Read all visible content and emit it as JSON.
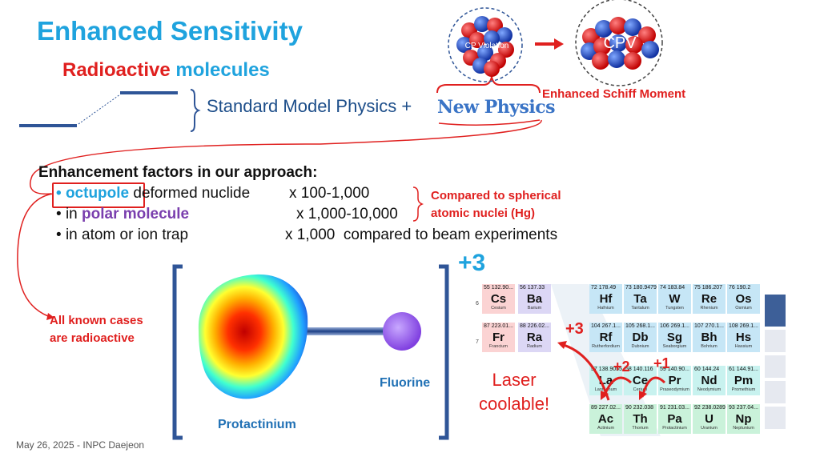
{
  "slide": {
    "title": "Enhanced Sensitivity",
    "subtitle_red": "Radioactive",
    "subtitle_blue": "molecules",
    "standard_model": "Standard Model Physics +",
    "new_physics": "New Physics",
    "cp_violation": "CP Violation",
    "cpv": "CPV",
    "schiff": "Enhanced Schiff Moment",
    "enhancement_heading": "Enhancement factors in our approach:",
    "items": [
      {
        "bullet": "•",
        "highlight": "octupole",
        "text": " deformed nuclide",
        "factor": "x 100-1,000"
      },
      {
        "bullet": "•",
        "prefix": "in ",
        "highlight": "polar molecule",
        "factor": "x 1,000-10,000"
      },
      {
        "bullet": "•",
        "text": "in atom or ion trap",
        "factor": "x 1,000",
        "extra": "compared to beam experiments"
      }
    ],
    "compared_note": [
      "Compared to spherical",
      "atomic nuclei (Hg)"
    ],
    "known_cases": [
      "All known cases",
      "are radioactive"
    ],
    "plus3": "+3",
    "fluorine": "Fluorine",
    "protactinium": "Protactinium",
    "laser": [
      "Laser",
      "coolable!"
    ],
    "charges": {
      "p3": "+3",
      "p2": "+2",
      "p1": "+1"
    },
    "footer": "May 26, 2025 - INPC Daejeon"
  },
  "periodic_table": {
    "row_labels": [
      "6",
      "7"
    ],
    "cells": [
      {
        "n": "55",
        "m": "132.90...",
        "s": "Cs",
        "name": "Cesium",
        "cat": "alkali"
      },
      {
        "n": "56",
        "m": "137.33",
        "s": "Ba",
        "name": "Barium",
        "cat": "alkaline"
      },
      {
        "n": "87",
        "m": "223.01...",
        "s": "Fr",
        "name": "Francium",
        "cat": "alkali"
      },
      {
        "n": "88",
        "m": "226.02...",
        "s": "Ra",
        "name": "Radium",
        "cat": "alkaline"
      },
      {
        "n": "72",
        "m": "178.49",
        "s": "Hf",
        "name": "Hafnium",
        "cat": "trans"
      },
      {
        "n": "73",
        "m": "180.9479",
        "s": "Ta",
        "name": "Tantalum",
        "cat": "trans"
      },
      {
        "n": "74",
        "m": "183.84",
        "s": "W",
        "name": "Tungsten",
        "cat": "trans"
      },
      {
        "n": "75",
        "m": "186.207",
        "s": "Re",
        "name": "Rhenium",
        "cat": "trans"
      },
      {
        "n": "76",
        "m": "190.2",
        "s": "Os",
        "name": "Osmium",
        "cat": "trans"
      },
      {
        "n": "104",
        "m": "267.1...",
        "s": "Rf",
        "name": "Rutherfordium",
        "cat": "trans"
      },
      {
        "n": "105",
        "m": "268.1...",
        "s": "Db",
        "name": "Dubnium",
        "cat": "trans"
      },
      {
        "n": "106",
        "m": "269.1...",
        "s": "Sg",
        "name": "Seaborgium",
        "cat": "trans"
      },
      {
        "n": "107",
        "m": "270.1...",
        "s": "Bh",
        "name": "Bohrium",
        "cat": "trans"
      },
      {
        "n": "108",
        "m": "269.1...",
        "s": "Hs",
        "name": "Hassium",
        "cat": "trans"
      },
      {
        "n": "57",
        "m": "138.9055",
        "s": "La",
        "name": "Lanthanum",
        "cat": "lanth"
      },
      {
        "n": "58",
        "m": "140.116",
        "s": "Ce",
        "name": "Cerium",
        "cat": "lanth"
      },
      {
        "n": "59",
        "m": "140.90...",
        "s": "Pr",
        "name": "Praseodymium",
        "cat": "lanth"
      },
      {
        "n": "60",
        "m": "144.24",
        "s": "Nd",
        "name": "Neodymium",
        "cat": "lanth"
      },
      {
        "n": "61",
        "m": "144.91...",
        "s": "Pm",
        "name": "Promethium",
        "cat": "lanth"
      },
      {
        "n": "89",
        "m": "227.02...",
        "s": "Ac",
        "name": "Actinium",
        "cat": "actin"
      },
      {
        "n": "90",
        "m": "232.038",
        "s": "Th",
        "name": "Thorium",
        "cat": "actin"
      },
      {
        "n": "91",
        "m": "231.03...",
        "s": "Pa",
        "name": "Protactinium",
        "cat": "actin"
      },
      {
        "n": "92",
        "m": "238.0289",
        "s": "U",
        "name": "Uranium",
        "cat": "actin"
      },
      {
        "n": "93",
        "m": "237.04...",
        "s": "Np",
        "name": "Neptunium",
        "cat": "actin"
      }
    ]
  },
  "colors": {
    "red": "#e0201f",
    "blue": "#1fa3de",
    "purple": "#7a3fae",
    "navy": "#1d4e8a"
  }
}
